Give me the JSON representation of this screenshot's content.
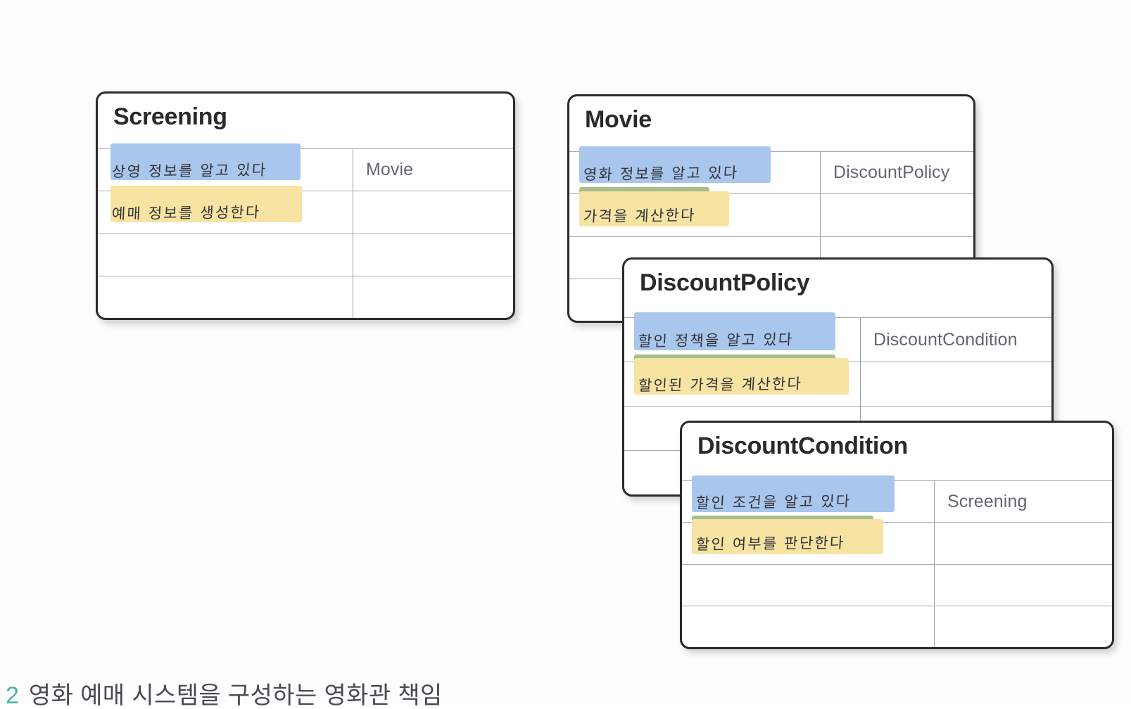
{
  "cards": [
    {
      "id": "screening",
      "title": "Screening",
      "rows": [
        {
          "responsibility": "상영 정보를 알고 있다",
          "highlight": "blue",
          "collaborator": "Movie"
        },
        {
          "responsibility": "예매 정보를 생성한다",
          "highlight": "yellow",
          "collaborator": ""
        },
        {
          "responsibility": "",
          "highlight": "none",
          "collaborator": ""
        },
        {
          "responsibility": "",
          "highlight": "none",
          "collaborator": ""
        }
      ]
    },
    {
      "id": "movie",
      "title": "Movie",
      "rows": [
        {
          "responsibility": "영화 정보를 알고 있다",
          "highlight": "blue",
          "collaborator": "DiscountPolicy"
        },
        {
          "responsibility": "가격을 계산한다",
          "highlight": "yellow",
          "collaborator": ""
        },
        {
          "responsibility": "",
          "highlight": "none",
          "collaborator": ""
        },
        {
          "responsibility": "",
          "highlight": "none",
          "collaborator": ""
        }
      ]
    },
    {
      "id": "discount-policy",
      "title": "DiscountPolicy",
      "rows": [
        {
          "responsibility": "할인 정책을 알고 있다",
          "highlight": "blue",
          "collaborator": "DiscountCondition"
        },
        {
          "responsibility": "할인된 가격을 계산한다",
          "highlight": "yellow",
          "collaborator": ""
        },
        {
          "responsibility": "",
          "highlight": "none",
          "collaborator": ""
        },
        {
          "responsibility": "",
          "highlight": "none",
          "collaborator": ""
        }
      ]
    },
    {
      "id": "discount-condition",
      "title": "DiscountCondition",
      "rows": [
        {
          "responsibility": "할인 조건을 알고 있다",
          "highlight": "blue",
          "collaborator": "Screening"
        },
        {
          "responsibility": "할인 여부를 판단한다",
          "highlight": "yellow",
          "collaborator": ""
        },
        {
          "responsibility": "",
          "highlight": "none",
          "collaborator": ""
        },
        {
          "responsibility": "",
          "highlight": "none",
          "collaborator": ""
        }
      ]
    }
  ],
  "caption": {
    "number": "2",
    "text": "영화 예매 시스템을 구성하는 영화관 책임"
  },
  "colors": {
    "highlight_blue": "#a9c6ec",
    "highlight_yellow": "#f7e3a2",
    "highlight_overlap_green": "#a7bf8c",
    "card_border": "#2b2b2b",
    "collaborator_text": "#666670",
    "caption_accent": "#4fb3a4"
  }
}
